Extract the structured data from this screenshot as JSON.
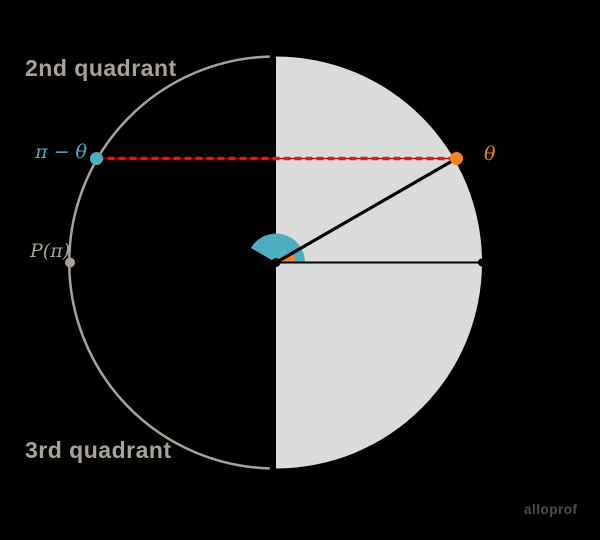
{
  "diagram": {
    "title_context": "unit-circle symmetry of theta and pi minus theta",
    "labels": {
      "quadrant_2": "2nd quadrant",
      "quadrant_3": "3rd quadrant",
      "point_pi": "P(π)",
      "point_pi_minus_theta": "π − θ",
      "point_theta": "θ"
    },
    "watermark": "alloprof",
    "colors": {
      "background": "#000000",
      "semicircle_fill": "#DBDBDB",
      "circle_outline_gray": "#A8A29A",
      "text_gray": "#A8A29A",
      "teal": "#4EAEC0",
      "orange": "#F5831F",
      "red": "#E3161B",
      "red_dark": "#8B1111",
      "black": "#000000",
      "watermark_gray": "#4D4D4D"
    }
  }
}
